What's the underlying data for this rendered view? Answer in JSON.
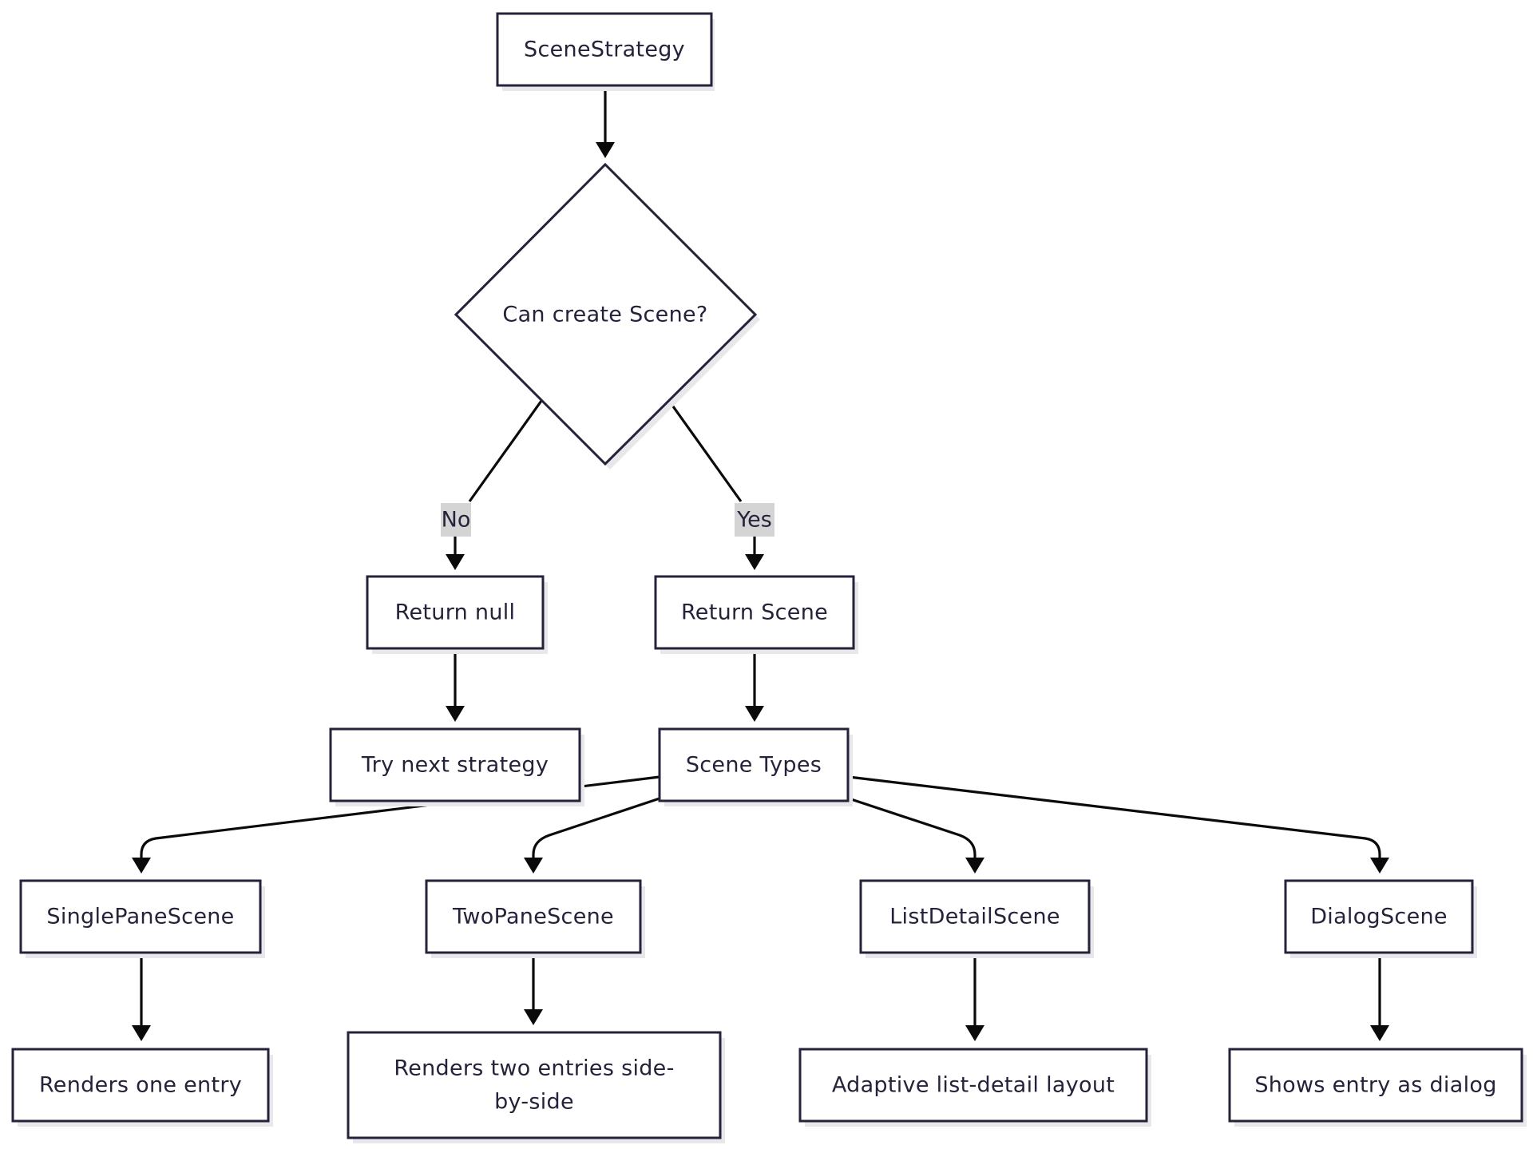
{
  "nodes": {
    "scene_strategy": "SceneStrategy",
    "decision": "Can create Scene?",
    "return_null": "Return null",
    "return_scene": "Return Scene",
    "try_next": "Try next strategy",
    "scene_types": "Scene Types",
    "single_pane": "SinglePaneScene",
    "two_pane": "TwoPaneScene",
    "list_detail": "ListDetailScene",
    "dialog": "DialogScene",
    "renders_one": "Renders one entry",
    "renders_two_line1": "Renders two entries side-",
    "renders_two_line2": "by-side",
    "adaptive": "Adaptive list-detail layout",
    "shows_dialog": "Shows entry as dialog"
  },
  "edges": {
    "no_label": "No",
    "yes_label": "Yes"
  }
}
